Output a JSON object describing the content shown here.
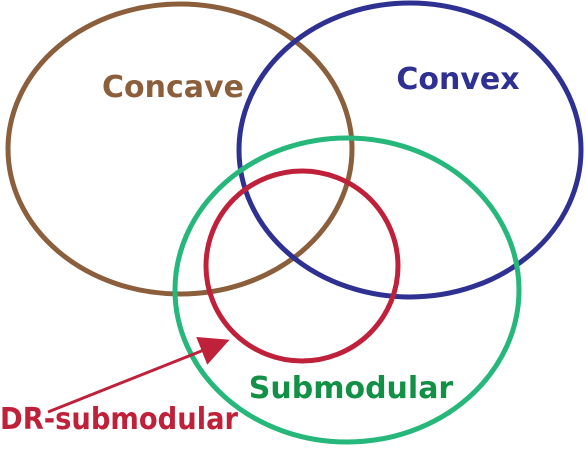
{
  "labels": {
    "concave": "Concave",
    "convex": "Convex",
    "submodular": "Submodular",
    "dr_submodular": "DR-submodular"
  },
  "colors": {
    "concave": "#8B5E3C",
    "convex": "#2E3192",
    "submodular": "#26B77A",
    "submodular_text": "#119046",
    "dr_submodular": "#C0213A",
    "background": "#FFFFFF"
  }
}
